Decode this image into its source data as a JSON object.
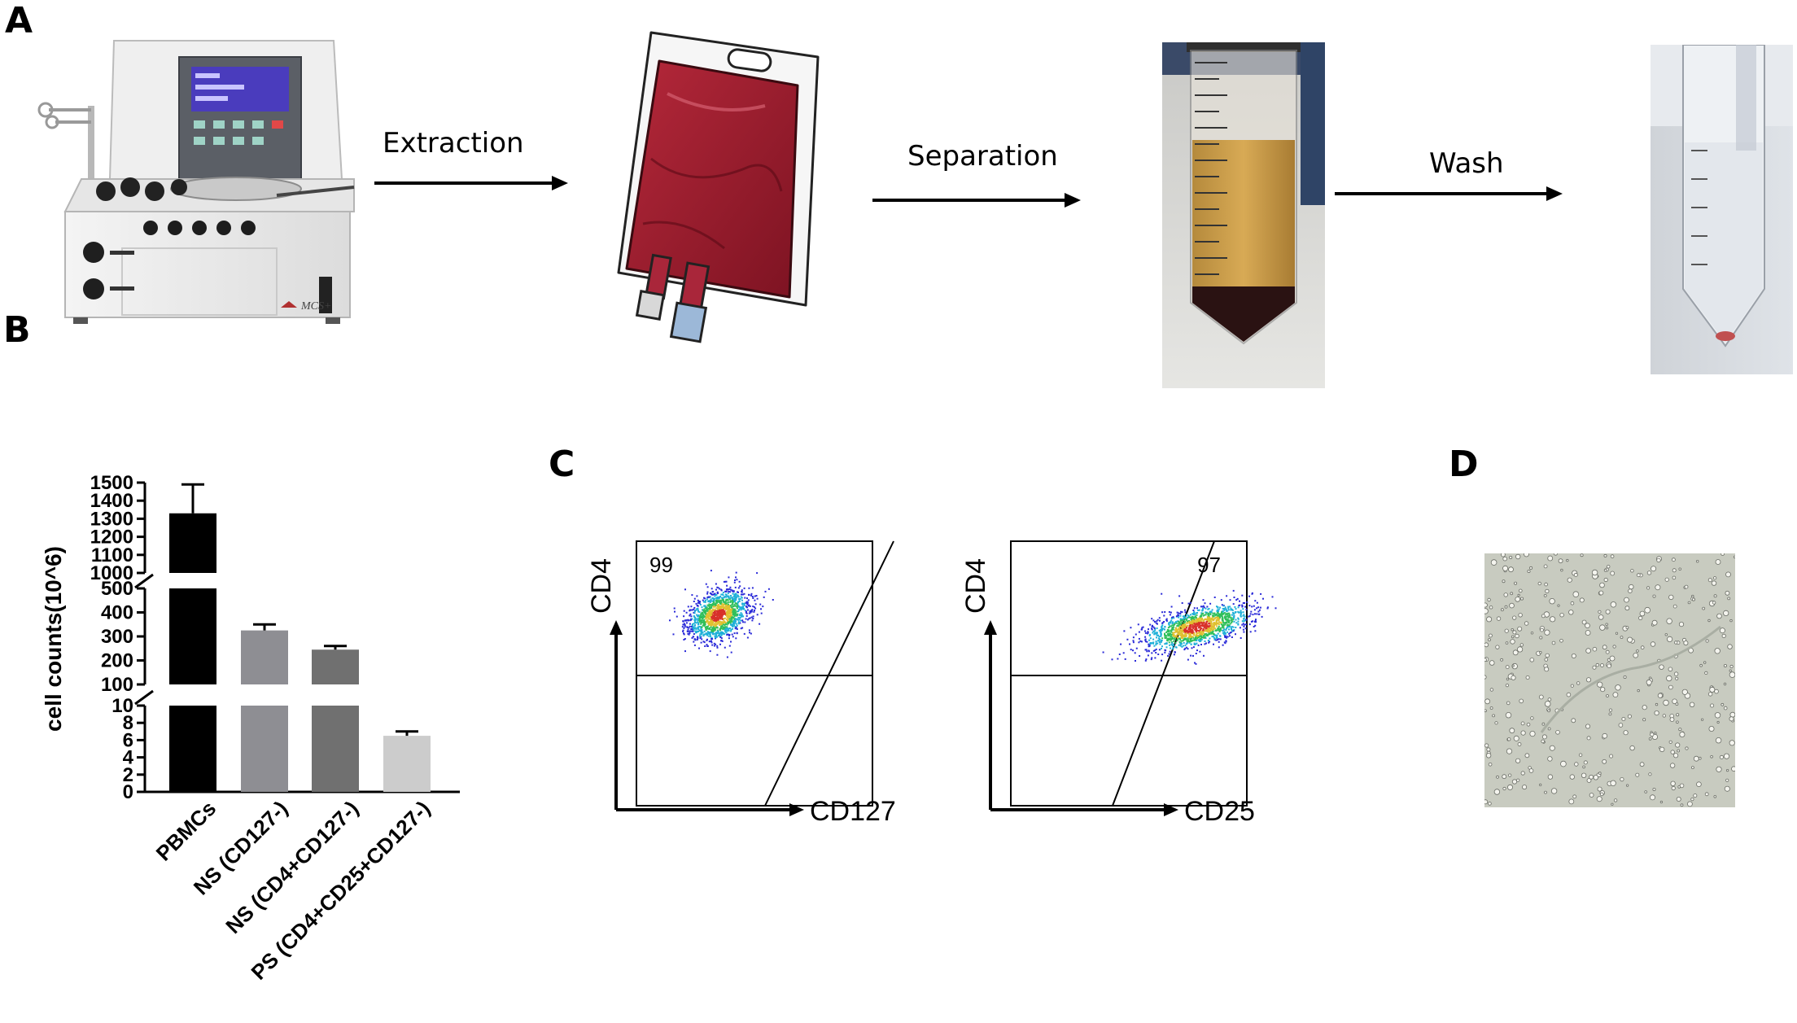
{
  "panel_a": {
    "letter": "A",
    "steps": [
      "Extraction",
      "Separation",
      "Wash"
    ],
    "machine_brand": "MCS+"
  },
  "panel_b": {
    "letter": "B",
    "chart_data": {
      "type": "bar",
      "categories": [
        "PBMCs",
        "NS (CD127-)",
        "NS (CD4+CD127-)",
        "PS (CD4+CD25+CD127-)"
      ],
      "values": [
        1330,
        325,
        245,
        6.5
      ],
      "errors": [
        160,
        25,
        15,
        0.5
      ],
      "colors": [
        "#000000",
        "#8e8e93",
        "#707070",
        "#cccccc"
      ],
      "ylabel": "cell counts(10^6)",
      "axis_segments": [
        {
          "range": [
            0,
            10
          ],
          "ticks": [
            0,
            2,
            4,
            6,
            8,
            10
          ]
        },
        {
          "range": [
            100,
            500
          ],
          "ticks": [
            100,
            200,
            300,
            400,
            500
          ]
        },
        {
          "range": [
            1000,
            1500
          ],
          "ticks": [
            1000,
            1100,
            1200,
            1300,
            1400,
            1500
          ]
        }
      ],
      "grid": false,
      "legend": "none"
    }
  },
  "panel_c": {
    "letter": "C",
    "plots": [
      {
        "xlabel": "CD127",
        "ylabel": "CD4",
        "gate_value": "99",
        "gate_quadrant": "upper-left"
      },
      {
        "xlabel": "CD25",
        "ylabel": "CD4",
        "gate_value": "97",
        "gate_quadrant": "upper-right"
      }
    ]
  },
  "panel_d": {
    "letter": "D"
  }
}
